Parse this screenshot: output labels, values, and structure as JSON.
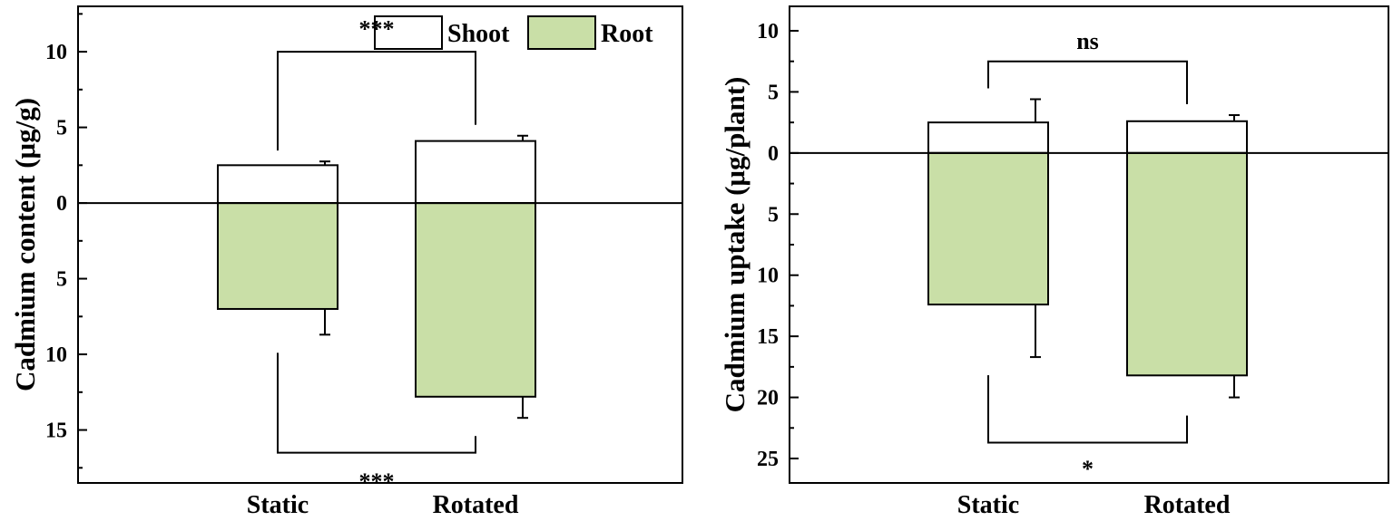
{
  "colors": {
    "shoot": "#ffffff",
    "root": "#c9dfa7",
    "stroke": "#000000"
  },
  "legend": {
    "shoot_label": "Shoot",
    "root_label": "Root"
  },
  "chart_data": [
    {
      "type": "bar",
      "ylabel": "Cadmium content (μg/g)",
      "categories": [
        "Static",
        "Rotated"
      ],
      "ylim": [
        -18.5,
        13
      ],
      "yticks": [
        10,
        5,
        0,
        -5,
        -10,
        -15
      ],
      "ytick_labels": [
        "10",
        "5",
        "0",
        "5",
        "10",
        "15"
      ],
      "series": [
        {
          "name": "Shoot",
          "values": [
            2.5,
            4.1
          ],
          "errors": [
            0.25,
            0.35
          ]
        },
        {
          "name": "Root",
          "values": [
            -7.0,
            -12.8
          ],
          "errors": [
            1.7,
            1.4
          ]
        }
      ],
      "significance": [
        {
          "series": "Shoot",
          "label": "***"
        },
        {
          "series": "Root",
          "label": "***"
        }
      ]
    },
    {
      "type": "bar",
      "ylabel": "Cadmium uptake (μg/plant)",
      "categories": [
        "Static",
        "Rotated"
      ],
      "ylim": [
        -27,
        12
      ],
      "yticks": [
        10,
        5,
        0,
        -5,
        -10,
        -15,
        -20,
        -25
      ],
      "ytick_labels": [
        "10",
        "5",
        "0",
        "5",
        "10",
        "15",
        "20",
        "25"
      ],
      "series": [
        {
          "name": "Shoot",
          "values": [
            2.5,
            2.6
          ],
          "errors": [
            1.9,
            0.5
          ]
        },
        {
          "name": "Root",
          "values": [
            -12.4,
            -18.2
          ],
          "errors": [
            4.3,
            1.8
          ]
        }
      ],
      "significance": [
        {
          "series": "Shoot",
          "label": "ns"
        },
        {
          "series": "Root",
          "label": "*"
        }
      ]
    }
  ]
}
